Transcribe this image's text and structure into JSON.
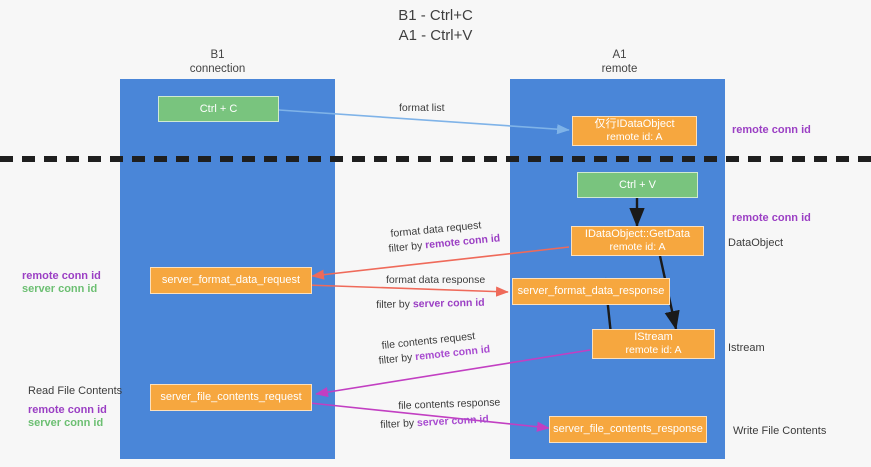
{
  "title": {
    "line1": "B1 - Ctrl+C",
    "line2": "A1 - Ctrl+V"
  },
  "columns": [
    {
      "name": "B1",
      "sub": "connection"
    },
    {
      "name": "A1",
      "sub": "remote"
    }
  ],
  "nodes": {
    "ctrl_c": {
      "label": "Ctrl + C"
    },
    "idataobject": {
      "line1": "仅行IDataObject",
      "line2": "remote id: A"
    },
    "ctrl_v": {
      "label": "Ctrl + V"
    },
    "getdata": {
      "line1": "IDataObject::GetData",
      "line2": "remote id: A"
    },
    "server_format_data_request": {
      "label": "server_format_data_request"
    },
    "server_format_data_response": {
      "label": "server_format_data_response"
    },
    "istream": {
      "line1": "IStream",
      "line2": "remote id: A"
    },
    "server_file_contents_request": {
      "label": "server_file_contents_request"
    },
    "server_file_contents_response": {
      "label": "server_file_contents_response"
    }
  },
  "edges": {
    "format_list": {
      "label": "format list"
    },
    "format_data_request": {
      "label": "format data request",
      "filter_prefix": "filter by ",
      "filter_id": "remote conn id"
    },
    "format_data_response": {
      "label": "format data response",
      "filter_prefix": "filter by ",
      "filter_id": "server conn id"
    },
    "file_contents_request": {
      "label": "file contents request",
      "filter_prefix": "filter by ",
      "filter_id": "remote conn id"
    },
    "file_contents_response": {
      "label": "file contents response",
      "filter_prefix": "filter by ",
      "filter_id": "server conn id"
    }
  },
  "annotations": {
    "right_remote_conn_id_top": "remote conn id",
    "right_remote_conn_id_mid": "remote conn id",
    "right_dataobject": "DataObject",
    "right_istream": "Istream",
    "right_write_file_contents": "Write File Contents",
    "left_remote_conn_id_mid": "remote conn id",
    "left_server_conn_id_mid": "server conn id",
    "left_read_file_contents": "Read File Contents",
    "left_remote_conn_id_bottom": "remote conn id",
    "left_server_conn_id_bottom": "server conn id"
  },
  "colors": {
    "lane": "#4a86d8",
    "green_node": "#79c47e",
    "orange_node": "#f6a73f",
    "purple": "#9b3fc4",
    "green_text": "#6cbf72",
    "arrow_blue": "#7fb3e8",
    "arrow_red": "#ef6a5a",
    "arrow_magenta": "#c23fc2",
    "arrow_black": "#1a1a1a",
    "background": "#f7f7f7"
  }
}
